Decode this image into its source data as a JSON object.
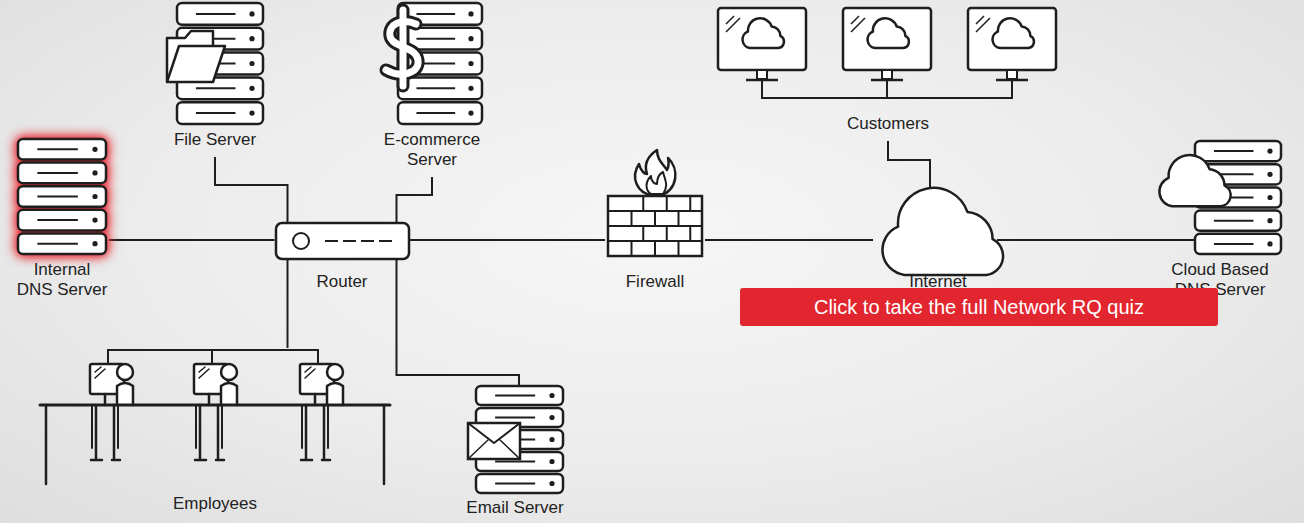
{
  "diagram": {
    "nodes": [
      {
        "text": [
          "File Server"
        ]
      },
      {
        "text": [
          "E-commerce Server"
        ]
      },
      {
        "text": [
          "Customers"
        ]
      },
      {
        "text": [
          "Internal DNS Server"
        ]
      },
      {
        "text": [
          "Router"
        ]
      },
      {
        "text": [
          "Firewall"
        ]
      },
      {
        "text": [
          "Internet"
        ]
      },
      {
        "text": [
          "Cloud Based DNS Server"
        ]
      },
      {
        "text": [
          "Employees"
        ]
      },
      {
        "text": [
          "Email Server"
        ]
      },
      {
        "text": [
          "Click to take the full Network RQ quiz"
        ]
      }
    ],
    "edges": [
      {
        "from": 0,
        "to": 4,
        "arrow": "none"
      },
      {
        "from": 1,
        "to": 4,
        "arrow": "none"
      },
      {
        "from": 3,
        "to": 4,
        "arrow": "none"
      },
      {
        "from": 4,
        "to": 5,
        "arrow": "none"
      },
      {
        "from": 4,
        "to": 8,
        "arrow": "none"
      },
      {
        "from": 4,
        "to": 9,
        "arrow": "none"
      },
      {
        "from": 5,
        "to": 6,
        "arrow": "none"
      },
      {
        "from": 2,
        "to": 6,
        "arrow": "none"
      },
      {
        "from": 6,
        "to": 7,
        "arrow": "none"
      }
    ]
  }
}
